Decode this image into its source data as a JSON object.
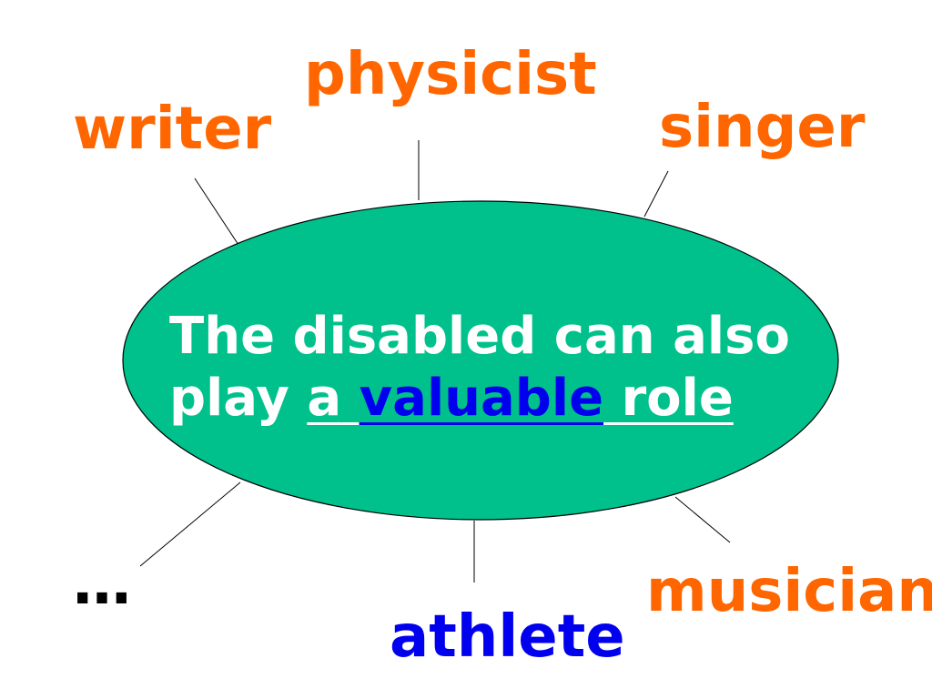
{
  "center": {
    "line1": "The disabled can also",
    "line2_prefix": "play",
    "line2_a": "a",
    "line2_keyword": "valuable",
    "line2_suffix": "role"
  },
  "roles": {
    "writer": "writer",
    "physicist": "physicist",
    "singer": "singer",
    "musician": "musician",
    "athlete": "athlete",
    "more": "…"
  },
  "colors": {
    "ellipse_fill": "#00C18C",
    "ellipse_stroke": "#000000",
    "role_text": "#FF6600",
    "highlight_text": "#0000EE",
    "center_text": "#FFFFFF"
  }
}
